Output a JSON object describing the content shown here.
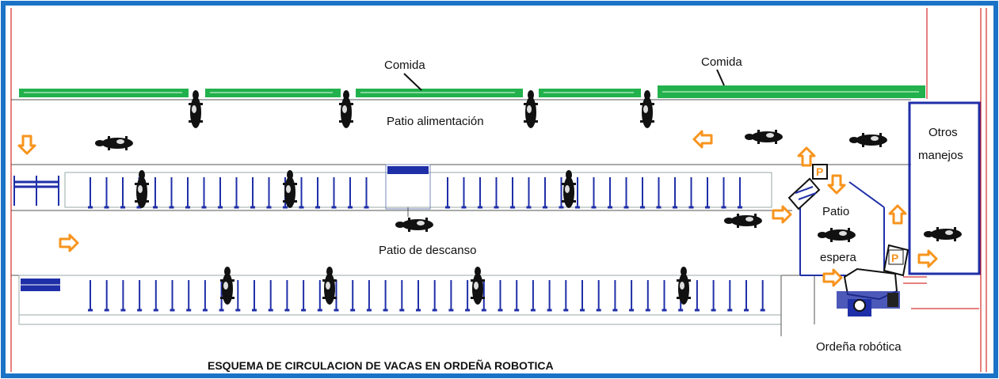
{
  "labels": {
    "food_1": "Comida",
    "food_2": "Comida",
    "feeding_yard": "Patio alimentación",
    "resting_yard": "Patio de descanso",
    "waiting_yard_line1": "Patio",
    "waiting_yard_line2": "espera",
    "other_handling_line1": "Otros",
    "other_handling_line2": "manejos",
    "robotic_milking": "Ordeña robótica",
    "gate_p_1": "P",
    "gate_p_2": "P",
    "diagram_title": "ESQUEMA DE CIRCULACION DE VACAS EN ORDEÑA ROBOTICA"
  },
  "colors": {
    "frame": "#1a73c6",
    "feed_bunk": "#22b14c",
    "stalls": "#1f2fa8",
    "arrow_fill": "#ffffff",
    "arrow_stroke": "#f7941d",
    "cow": "#111111",
    "red_lines": "#cc0000"
  }
}
